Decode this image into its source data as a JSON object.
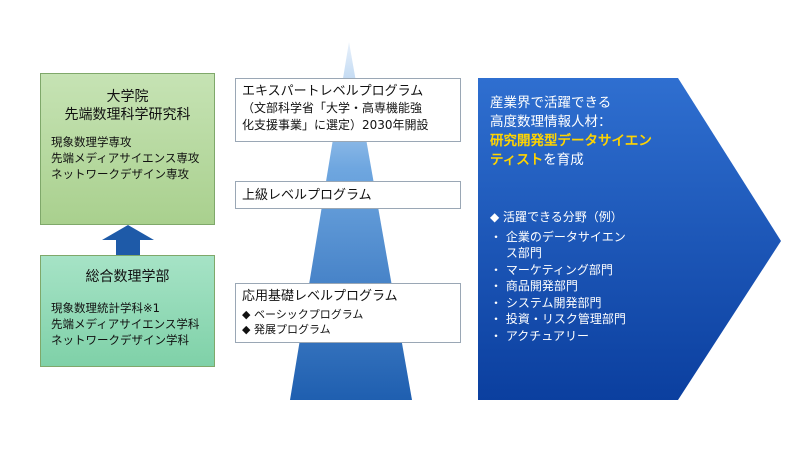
{
  "grad_school": {
    "title_lines": [
      "大学院",
      "先端数理科学研究科"
    ],
    "majors": [
      "現象数理学専攻",
      "先端メディアサイエンス専攻",
      "ネットワークデザイン専攻"
    ]
  },
  "faculty": {
    "title": "総合数理学部",
    "departments": [
      "現象数理統計学科※1",
      "先端メディアサイエンス学科",
      "ネットワークデザイン学科"
    ]
  },
  "programs": {
    "expert": {
      "title": "エキスパートレベルプログラム",
      "note_lines": [
        "（文部科学省「大学・高専機能強",
        "化支援事業」に選定）2030年開設"
      ]
    },
    "advanced": {
      "title": "上級レベルプログラム"
    },
    "applied": {
      "title": "応用基礎レベルプログラム",
      "items": [
        "◆ ベーシックプログラム",
        "◆ 発展プログラム"
      ]
    }
  },
  "arrow": {
    "lines_white": [
      "産業界で活躍できる",
      "高度数理情報人材："
    ],
    "lines_yellow": [
      "研究開発型データサイエン",
      "ティスト"
    ],
    "suffix": "を育成",
    "section_title": "◆ 活躍できる分野（例）",
    "fields": [
      "・ 企業のデータサイエン",
      "　 ス部門",
      "・ マーケティング部門",
      "・ 商品開発部門",
      "・ システム開発部門",
      "・ 投資・リスク管理部門",
      "・ アクチュアリー"
    ]
  },
  "colors": {
    "arrow_top": "#2f6fd0",
    "arrow_bottom": "#0b3f9f",
    "highlight": "#ffd400",
    "triangle": "#1f5fb0",
    "up_arrow": "#1e5aa8"
  }
}
